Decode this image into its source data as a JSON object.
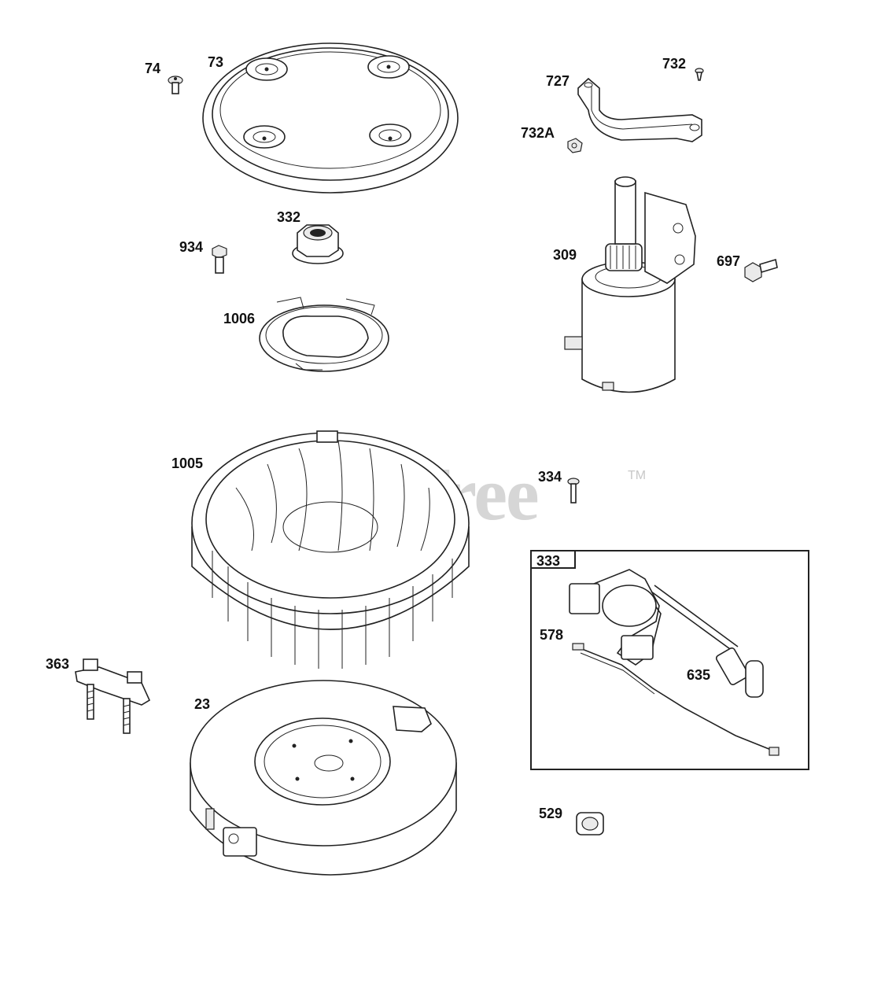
{
  "watermark": {
    "text": "PartsTree",
    "trademark": "TM"
  },
  "inset": {
    "label": "333"
  },
  "parts": [
    {
      "id": "p74",
      "label": "74"
    },
    {
      "id": "p73",
      "label": "73"
    },
    {
      "id": "p732",
      "label": "732"
    },
    {
      "id": "p727",
      "label": "727"
    },
    {
      "id": "p732A",
      "label": "732A"
    },
    {
      "id": "p332",
      "label": "332"
    },
    {
      "id": "p934",
      "label": "934"
    },
    {
      "id": "p309",
      "label": "309"
    },
    {
      "id": "p697",
      "label": "697"
    },
    {
      "id": "p1006",
      "label": "1006"
    },
    {
      "id": "p1005",
      "label": "1005"
    },
    {
      "id": "p334",
      "label": "334"
    },
    {
      "id": "p578",
      "label": "578"
    },
    {
      "id": "p635",
      "label": "635"
    },
    {
      "id": "p363",
      "label": "363"
    },
    {
      "id": "p23",
      "label": "23"
    },
    {
      "id": "p529",
      "label": "529"
    }
  ]
}
